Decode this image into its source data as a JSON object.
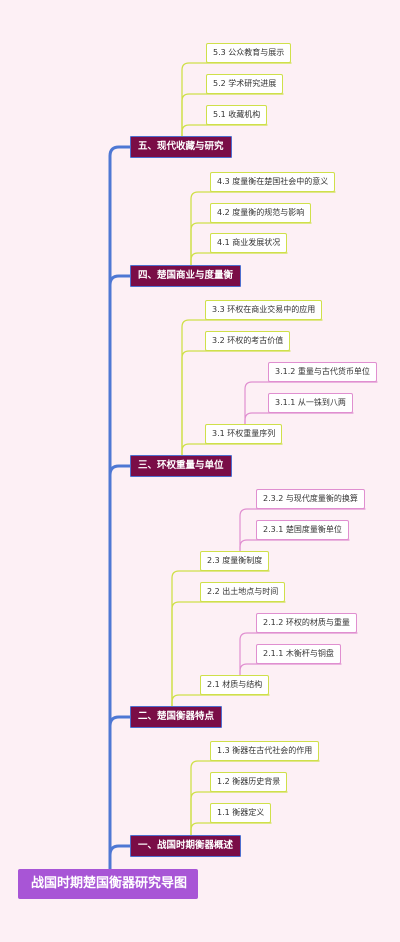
{
  "root": "战国时期楚国衡器研究导图",
  "colors": {
    "trunk": "#4e78d4",
    "sub_line": "#cfe04a",
    "leaf_line": "#e08fd0",
    "category_fill": "#7a0d47",
    "root_fill": "#a855d6"
  },
  "categories": [
    {
      "label": "五、现代收藏与研究",
      "subs": [
        {
          "label": "5.3 公众教育与展示",
          "leaves": []
        },
        {
          "label": "5.2 学术研究进展",
          "leaves": []
        },
        {
          "label": "5.1 收藏机构",
          "leaves": []
        }
      ]
    },
    {
      "label": "四、楚国商业与度量衡",
      "subs": [
        {
          "label": "4.3 度量衡在楚国社会中的意义",
          "leaves": []
        },
        {
          "label": "4.2 度量衡的规范与影响",
          "leaves": []
        },
        {
          "label": "4.1 商业发展状况",
          "leaves": []
        }
      ]
    },
    {
      "label": "三、环权重量与单位",
      "subs": [
        {
          "label": "3.3 环权在商业交易中的应用",
          "leaves": []
        },
        {
          "label": "3.2 环权的考古价值",
          "leaves": []
        },
        {
          "label": "3.1 环权重量序列",
          "leaves": [
            "3.1.2 重量与古代货币单位",
            "3.1.1 从一铢到八两"
          ]
        }
      ]
    },
    {
      "label": "二、楚国衡器特点",
      "subs": [
        {
          "label": "2.3 度量衡制度",
          "leaves": [
            "2.3.2 与现代度量衡的换算",
            "2.3.1 楚国度量衡单位"
          ]
        },
        {
          "label": "2.2 出土地点与时间",
          "leaves": []
        },
        {
          "label": "2.1 材质与结构",
          "leaves": [
            "2.1.2 环权的材质与重量",
            "2.1.1 木衡杆与铜盘"
          ]
        }
      ]
    },
    {
      "label": "一、战国时期衡器概述",
      "subs": [
        {
          "label": "1.3 衡器在古代社会的作用",
          "leaves": []
        },
        {
          "label": "1.2 衡器历史背景",
          "leaves": []
        },
        {
          "label": "1.1 衡器定义",
          "leaves": []
        }
      ]
    }
  ]
}
